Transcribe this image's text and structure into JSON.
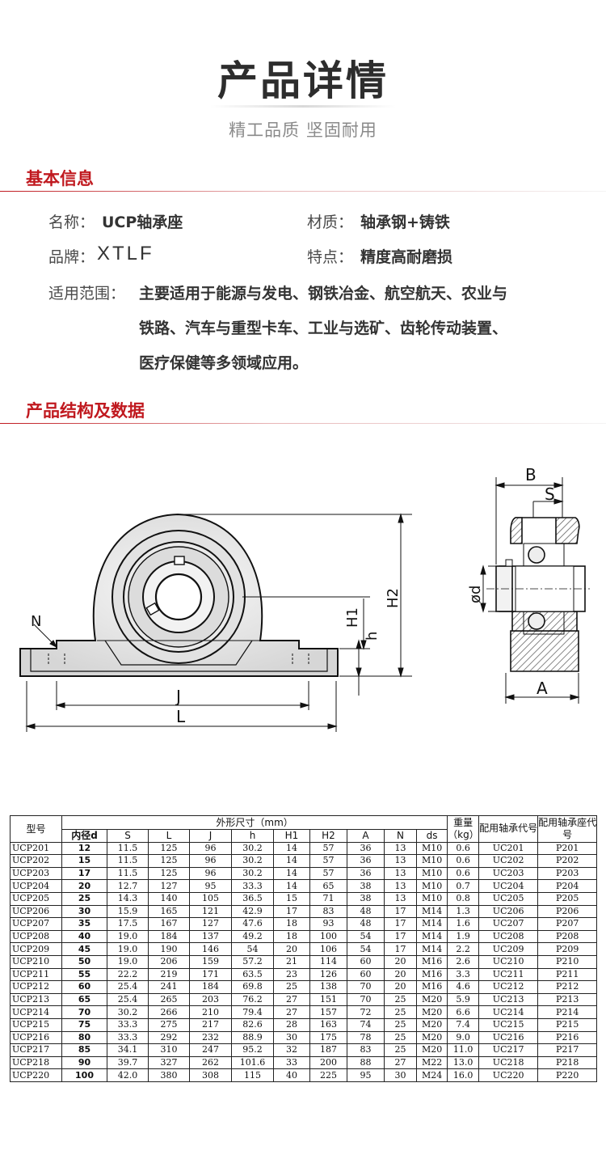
{
  "header": {
    "title": "产品详情",
    "subtitle": "精工品质 坚固耐用"
  },
  "basic_info": {
    "section_title": "基本信息",
    "name_label": "名称：",
    "name_value": "UCP轴承座",
    "material_label": "材质：",
    "material_value": "轴承钢+铸铁",
    "brand_label": "品牌：",
    "brand_value": "XTLF",
    "feature_label": "特点：",
    "feature_value": "精度高耐磨损",
    "scope_label": "适用范围：",
    "scope_lines": [
      "主要适用于能源与发电、钢铁冶金、航空航天、农业与",
      "铁路、汽车与重型卡车、工业与选矿、齿轮传动装置、",
      "医疗保健等多领域应用。"
    ]
  },
  "structure": {
    "section_title": "产品结构及数据",
    "labels": {
      "N": "N",
      "J": "J",
      "L": "L",
      "H1": "H1",
      "h": "h",
      "H2": "H2",
      "B": "B",
      "S": "S",
      "d": "ød",
      "A": "A"
    }
  },
  "spec_table": {
    "col_model": "型号",
    "col_dims": "外形尺寸（mm）",
    "col_weight": "重量（kg）",
    "col_bearing": "配用轴承代号",
    "col_housing": "配用轴承座代号",
    "sub_headers": [
      "内径d",
      "S",
      "L",
      "J",
      "h",
      "H1",
      "H2",
      "A",
      "N",
      "ds"
    ],
    "rows": [
      [
        "UCP201",
        "12",
        "11.5",
        "125",
        "96",
        "30.2",
        "14",
        "57",
        "36",
        "13",
        "M10",
        "0.6",
        "UC201",
        "P201"
      ],
      [
        "UCP202",
        "15",
        "11.5",
        "125",
        "96",
        "30.2",
        "14",
        "57",
        "36",
        "13",
        "M10",
        "0.6",
        "UC202",
        "P202"
      ],
      [
        "UCP203",
        "17",
        "11.5",
        "125",
        "96",
        "30.2",
        "14",
        "57",
        "36",
        "13",
        "M10",
        "0.6",
        "UC203",
        "P203"
      ],
      [
        "UCP204",
        "20",
        "12.7",
        "127",
        "95",
        "33.3",
        "14",
        "65",
        "38",
        "13",
        "M10",
        "0.7",
        "UC204",
        "P204"
      ],
      [
        "UCP205",
        "25",
        "14.3",
        "140",
        "105",
        "36.5",
        "15",
        "71",
        "38",
        "13",
        "M10",
        "0.8",
        "UC205",
        "P205"
      ],
      [
        "UCP206",
        "30",
        "15.9",
        "165",
        "121",
        "42.9",
        "17",
        "83",
        "48",
        "17",
        "M14",
        "1.3",
        "UC206",
        "P206"
      ],
      [
        "UCP207",
        "35",
        "17.5",
        "167",
        "127",
        "47.6",
        "18",
        "93",
        "48",
        "17",
        "M14",
        "1.6",
        "UC207",
        "P207"
      ],
      [
        "UCP208",
        "40",
        "19.0",
        "184",
        "137",
        "49.2",
        "18",
        "100",
        "54",
        "17",
        "M14",
        "1.9",
        "UC208",
        "P208"
      ],
      [
        "UCP209",
        "45",
        "19.0",
        "190",
        "146",
        "54",
        "20",
        "106",
        "54",
        "17",
        "M14",
        "2.2",
        "UC209",
        "P209"
      ],
      [
        "UCP210",
        "50",
        "19.0",
        "206",
        "159",
        "57.2",
        "21",
        "114",
        "60",
        "20",
        "M16",
        "2.6",
        "UC210",
        "P210"
      ],
      [
        "UCP211",
        "55",
        "22.2",
        "219",
        "171",
        "63.5",
        "23",
        "126",
        "60",
        "20",
        "M16",
        "3.3",
        "UC211",
        "P211"
      ],
      [
        "UCP212",
        "60",
        "25.4",
        "241",
        "184",
        "69.8",
        "25",
        "138",
        "70",
        "20",
        "M16",
        "4.6",
        "UC212",
        "P212"
      ],
      [
        "UCP213",
        "65",
        "25.4",
        "265",
        "203",
        "76.2",
        "27",
        "151",
        "70",
        "25",
        "M20",
        "5.9",
        "UC213",
        "P213"
      ],
      [
        "UCP214",
        "70",
        "30.2",
        "266",
        "210",
        "79.4",
        "27",
        "157",
        "72",
        "25",
        "M20",
        "6.6",
        "UC214",
        "P214"
      ],
      [
        "UCP215",
        "75",
        "33.3",
        "275",
        "217",
        "82.6",
        "28",
        "163",
        "74",
        "25",
        "M20",
        "7.4",
        "UC215",
        "P215"
      ],
      [
        "UCP216",
        "80",
        "33.3",
        "292",
        "232",
        "88.9",
        "30",
        "175",
        "78",
        "25",
        "M20",
        "9.0",
        "UC216",
        "P216"
      ],
      [
        "UCP217",
        "85",
        "34.1",
        "310",
        "247",
        "95.2",
        "32",
        "187",
        "83",
        "25",
        "M20",
        "11.0",
        "UC217",
        "P217"
      ],
      [
        "UCP218",
        "90",
        "39.7",
        "327",
        "262",
        "101.6",
        "33",
        "200",
        "88",
        "27",
        "M22",
        "13.0",
        "UC218",
        "P218"
      ],
      [
        "UCP220",
        "100",
        "42.0",
        "380",
        "308",
        "115",
        "40",
        "225",
        "95",
        "30",
        "M24",
        "16.0",
        "UC220",
        "P220"
      ]
    ]
  },
  "colors": {
    "accent": "#c0191f",
    "title": "#2d2d2d",
    "subtitle": "#8a8a8a"
  }
}
